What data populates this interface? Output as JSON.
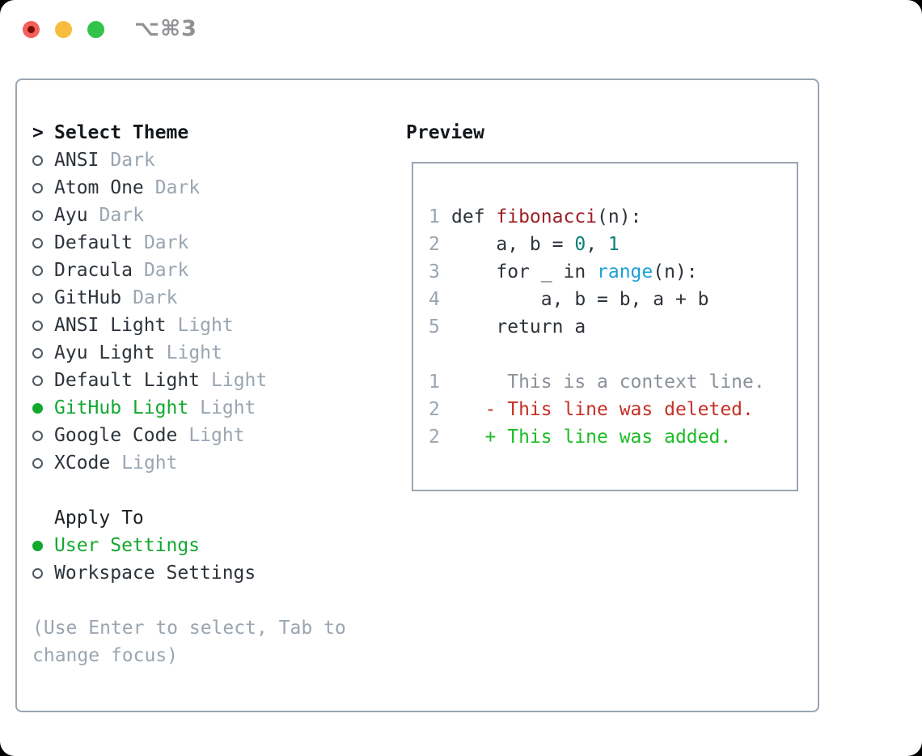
{
  "window": {
    "title": "⌥⌘3"
  },
  "theme_panel": {
    "prompt": ">",
    "header": "Select Theme",
    "themes": [
      {
        "name": "ANSI",
        "variant": "Dark",
        "selected": false
      },
      {
        "name": "Atom One",
        "variant": "Dark",
        "selected": false
      },
      {
        "name": "Ayu",
        "variant": "Dark",
        "selected": false
      },
      {
        "name": "Default",
        "variant": "Dark",
        "selected": false
      },
      {
        "name": "Dracula",
        "variant": "Dark",
        "selected": false
      },
      {
        "name": "GitHub",
        "variant": "Dark",
        "selected": false
      },
      {
        "name": "ANSI Light",
        "variant": "Light",
        "selected": false
      },
      {
        "name": "Ayu Light",
        "variant": "Light",
        "selected": false
      },
      {
        "name": "Default Light",
        "variant": "Light",
        "selected": false
      },
      {
        "name": "GitHub Light",
        "variant": "Light",
        "selected": true
      },
      {
        "name": "Google Code",
        "variant": "Light",
        "selected": false
      },
      {
        "name": "XCode",
        "variant": "Light",
        "selected": false
      }
    ],
    "apply_header": "Apply To",
    "apply_options": [
      {
        "name": "User Settings",
        "selected": true
      },
      {
        "name": "Workspace Settings",
        "selected": false
      }
    ],
    "hint_lines": [
      "(Use Enter to select, Tab to",
      "change focus)"
    ]
  },
  "preview": {
    "title": "Preview",
    "lines": [
      {
        "num": "1",
        "tokens": [
          {
            "t": "def ",
            "c": "base"
          },
          {
            "t": "fibonacci",
            "c": "func"
          },
          {
            "t": "(n):",
            "c": "base"
          }
        ]
      },
      {
        "num": "2",
        "tokens": [
          {
            "t": "    a, b = ",
            "c": "base"
          },
          {
            "t": "0",
            "c": "num"
          },
          {
            "t": ", ",
            "c": "base"
          },
          {
            "t": "1",
            "c": "num"
          }
        ]
      },
      {
        "num": "3",
        "tokens": [
          {
            "t": "    for _ in ",
            "c": "base"
          },
          {
            "t": "range",
            "c": "builtin"
          },
          {
            "t": "(n):",
            "c": "base"
          }
        ]
      },
      {
        "num": "4",
        "tokens": [
          {
            "t": "        a, b = b, a + b",
            "c": "base"
          }
        ]
      },
      {
        "num": "5",
        "tokens": [
          {
            "t": "    return a",
            "c": "base"
          }
        ]
      },
      {
        "num": "",
        "tokens": []
      },
      {
        "num": "1",
        "tokens": [
          {
            "t": "     This is a context line.",
            "c": "context"
          }
        ]
      },
      {
        "num": "2",
        "tokens": [
          {
            "t": "   - This line was deleted.",
            "c": "deleted"
          }
        ]
      },
      {
        "num": "2",
        "tokens": [
          {
            "t": "   + This line was added.",
            "c": "added"
          }
        ]
      }
    ]
  },
  "colors": {
    "selected_green": "#13a82f",
    "added_green": "#1cbd26",
    "deleted_red": "#c53025",
    "function_red": "#9e1e24",
    "number_teal": "#0b807a",
    "builtin_blue": "#1b9fd8",
    "context_gray": "#8a9199",
    "muted_gray": "#9aa5b1",
    "border_gray": "#9aa5b1",
    "text_dark": "#2d333a"
  }
}
